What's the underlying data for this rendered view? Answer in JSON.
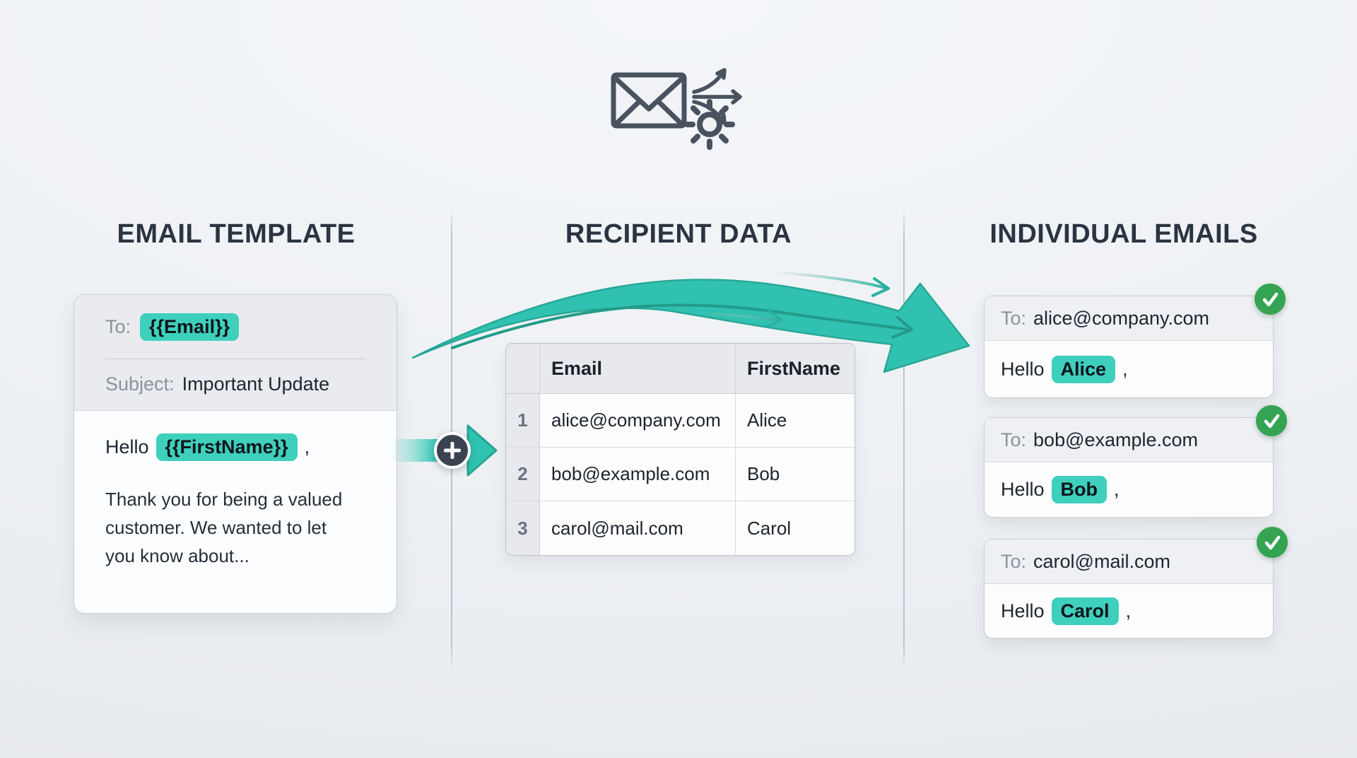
{
  "colors": {
    "background": "#eef1f4",
    "heading_text": "#2b3441",
    "accent_teal_highlight": "#3ecfbd",
    "arrow_teal": "#31c1b0",
    "arrow_teal_outline": "#239b8a",
    "badge_green": "#34a452",
    "plus_circle_dark": "#3a4350",
    "muted_label_text": "#8b929c",
    "body_text": "#1e2530"
  },
  "icons": {
    "hero": [
      "envelope-icon",
      "gear-icon",
      "fan-out-arrows-icon"
    ],
    "merge": [
      "plus-icon",
      "arrowhead-icon"
    ],
    "status": [
      "check-icon"
    ]
  },
  "sections": {
    "template": {
      "heading": "EMAIL TEMPLATE",
      "card": {
        "to_label": "To:",
        "to_variable": "{{Email}}",
        "subject_label": "Subject:",
        "subject_value": "Important Update",
        "greeting_prefix": "Hello",
        "greeting_variable": "{{FirstName}}",
        "greeting_comma": ",",
        "body_lines": [
          "Thank you for being a valued",
          "customer. We wanted to let",
          "you know about..."
        ]
      }
    },
    "recipients": {
      "heading": "RECIPIENT DATA",
      "table": {
        "headers": [
          "Email",
          "FirstName"
        ],
        "rows": [
          {
            "row_num": "1",
            "email": "alice@company.com",
            "first_name": "Alice"
          },
          {
            "row_num": "2",
            "email": "bob@example.com",
            "first_name": "Bob"
          },
          {
            "row_num": "3",
            "email": "carol@mail.com",
            "first_name": "Carol"
          }
        ]
      }
    },
    "emails": {
      "heading": "INDIVIDUAL EMAILS",
      "items": [
        {
          "to_label": "To:",
          "to_address": "alice@company.com",
          "greeting_prefix": "Hello",
          "recipient_name": "Alice",
          "greeting_comma": ","
        },
        {
          "to_label": "To:",
          "to_address": "bob@example.com",
          "greeting_prefix": "Hello",
          "recipient_name": "Bob",
          "greeting_comma": ","
        },
        {
          "to_label": "To:",
          "to_address": "carol@mail.com",
          "greeting_prefix": "Hello",
          "recipient_name": "Carol",
          "greeting_comma": ","
        }
      ]
    }
  }
}
